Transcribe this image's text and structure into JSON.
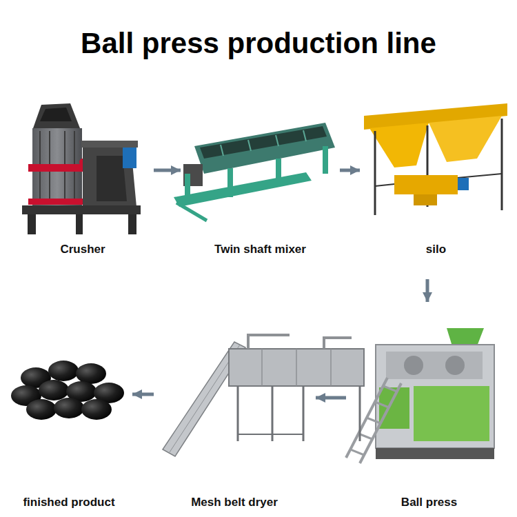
{
  "diagram": {
    "title": "Ball press production line",
    "nodes": [
      {
        "text": [
          "Crusher"
        ]
      },
      {
        "text": [
          "Twin shaft mixer"
        ]
      },
      {
        "text": [
          "silo"
        ]
      },
      {
        "text": [
          "Ball press"
        ]
      },
      {
        "text": [
          "Mesh belt dryer"
        ]
      },
      {
        "text": [
          "finished product"
        ]
      }
    ],
    "edges": [
      {
        "from": 0,
        "to": 1,
        "arrow": "to"
      },
      {
        "from": 1,
        "to": 2,
        "arrow": "to"
      },
      {
        "from": 2,
        "to": 3,
        "arrow": "to"
      },
      {
        "from": 3,
        "to": 4,
        "arrow": "to"
      },
      {
        "from": 4,
        "to": 5,
        "arrow": "to"
      }
    ]
  }
}
